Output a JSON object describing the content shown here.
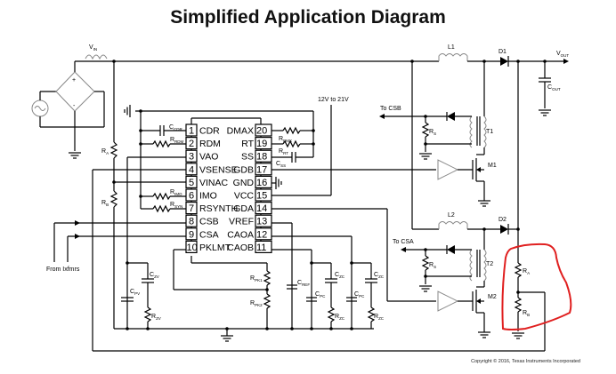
{
  "title": "Simplified Application Diagram",
  "copyright": "Copyright © 2016, Texas Instruments Incorporated",
  "ic": {
    "left_pins": [
      {
        "num": "1",
        "name": "CDR"
      },
      {
        "num": "2",
        "name": "RDM"
      },
      {
        "num": "3",
        "name": "VAO"
      },
      {
        "num": "4",
        "name": "VSENSE"
      },
      {
        "num": "5",
        "name": "VINAC"
      },
      {
        "num": "6",
        "name": "IMO"
      },
      {
        "num": "7",
        "name": "RSYNTH"
      },
      {
        "num": "8",
        "name": "CSB"
      },
      {
        "num": "9",
        "name": "CSA"
      },
      {
        "num": "10",
        "name": "PKLMT"
      }
    ],
    "right_pins": [
      {
        "num": "20",
        "name": "DMAX"
      },
      {
        "num": "19",
        "name": "RT"
      },
      {
        "num": "18",
        "name": "SS"
      },
      {
        "num": "17",
        "name": "GDB"
      },
      {
        "num": "16",
        "name": "GND"
      },
      {
        "num": "15",
        "name": "VCC"
      },
      {
        "num": "14",
        "name": "GDA"
      },
      {
        "num": "13",
        "name": "VREF"
      },
      {
        "num": "12",
        "name": "CAOA"
      },
      {
        "num": "11",
        "name": "CAOB"
      }
    ]
  },
  "labels": {
    "vin": "V",
    "vin_sub": "IN",
    "vout": "V",
    "vout_sub": "OUT",
    "cout": "C",
    "cout_sub": "OUT",
    "l1": "L1",
    "l2": "L2",
    "d1": "D1",
    "d2": "D2",
    "t1": "T1",
    "t2": "T2",
    "m1": "M1",
    "m2": "M2",
    "to_csb": "To CSB",
    "to_csa": "To CSA",
    "vcc_range": "12V to 21V",
    "from_xfmrs": "From Ixfmrs",
    "ra_left": "R",
    "ra_left_sub": "A",
    "rb_left": "R",
    "rb_left_sub": "B",
    "cdr": "C",
    "cdr_sub": "CDR",
    "rrdm": "R",
    "rrdm_sub": "RDM",
    "rimo": "R",
    "rimo_sub": "IMO",
    "rsyn": "R",
    "rsyn_sub": "SYN",
    "rdmx": "R",
    "rdmx_sub": "DMX",
    "rrt": "R",
    "rrt_sub": "RT",
    "css": "C",
    "css_sub": "SS",
    "rs1": "R",
    "rs1_sub": "S",
    "rs2": "R",
    "rs2_sub": "S",
    "czv": "C",
    "czv_sub": "ZV",
    "cpv": "C",
    "cpv_sub": "PV",
    "rzv": "R",
    "rzv_sub": "ZV",
    "rpk1": "R",
    "rpk1_sub": "PK1",
    "rpk2": "R",
    "rpk2_sub": "PK2",
    "cref": "C",
    "cref_sub": "REF",
    "cpc1": "C",
    "cpc1_sub": "PC",
    "czc1": "C",
    "czc1_sub": "ZC",
    "rzc1": "R",
    "rzc1_sub": "ZC",
    "cpc2": "C",
    "cpc2_sub": "PC",
    "czc2": "C",
    "czc2_sub": "ZC",
    "rzc2": "R",
    "rzc2_sub": "ZC",
    "ra_out": "R",
    "ra_out_sub": "A",
    "rb_out": "R",
    "rb_out_sub": "B"
  },
  "annotation": {
    "color": "#e02020",
    "description": "hand-drawn red outline around output divider RA/RB"
  }
}
